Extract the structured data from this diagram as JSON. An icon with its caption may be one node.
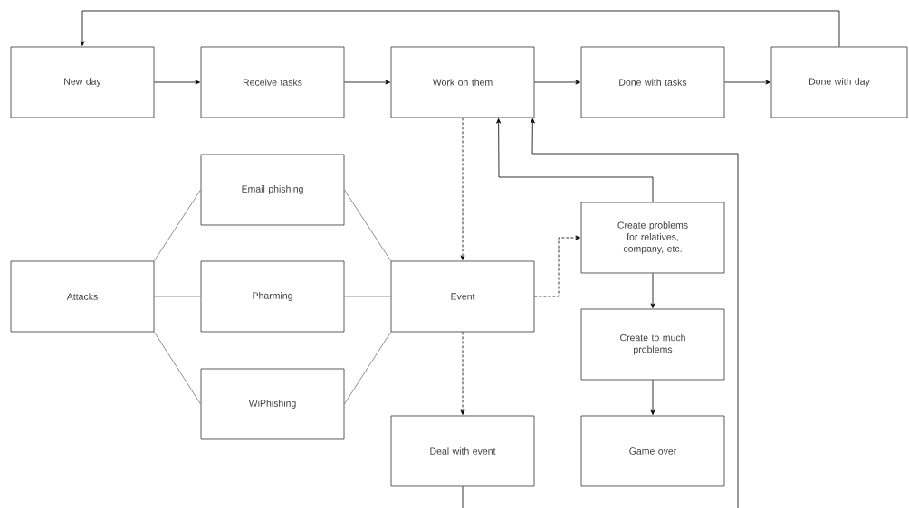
{
  "diagram": {
    "nodes": [
      {
        "text": [
          "New day"
        ]
      },
      {
        "text": [
          "Receive tasks"
        ]
      },
      {
        "text": [
          "Work on them"
        ]
      },
      {
        "text": [
          "Done with tasks"
        ]
      },
      {
        "text": [
          "Done with day"
        ]
      },
      {
        "text": [
          "Attacks"
        ]
      },
      {
        "text": [
          "Email phishing"
        ]
      },
      {
        "text": [
          "Pharming"
        ]
      },
      {
        "text": [
          "WiPhishing"
        ]
      },
      {
        "text": [
          "Event"
        ]
      },
      {
        "text": [
          "Create problems for relatives, company, etc."
        ]
      },
      {
        "text": [
          "Create to much problems"
        ]
      },
      {
        "text": [
          "Deal with event"
        ]
      },
      {
        "text": [
          "Game over"
        ]
      }
    ],
    "edges": [
      {
        "from": 0,
        "to": 1,
        "arrow": "to"
      },
      {
        "from": 1,
        "to": 2,
        "arrow": "to"
      },
      {
        "from": 2,
        "to": 3,
        "arrow": "to"
      },
      {
        "from": 3,
        "to": 4,
        "arrow": "to"
      },
      {
        "from": 4,
        "to": 0,
        "arrow": "to"
      },
      {
        "from": 5,
        "to": 6,
        "arrow": "none",
        "color": "#707070"
      },
      {
        "from": 5,
        "to": 7,
        "arrow": "none",
        "color": "#707070"
      },
      {
        "from": 5,
        "to": 8,
        "arrow": "none",
        "color": "#707070"
      },
      {
        "from": 6,
        "to": 9,
        "arrow": "none",
        "color": "#707070"
      },
      {
        "from": 7,
        "to": 9,
        "arrow": "none",
        "color": "#707070"
      },
      {
        "from": 8,
        "to": 9,
        "arrow": "none",
        "color": "#707070"
      },
      {
        "from": 2,
        "to": 9,
        "arrow": "to",
        "style": "dashed"
      },
      {
        "from": 9,
        "to": 10,
        "arrow": "to",
        "style": "dashed"
      },
      {
        "from": 10,
        "to": 2,
        "arrow": "to"
      },
      {
        "from": 10,
        "to": 11,
        "arrow": "to"
      },
      {
        "from": 11,
        "to": 13,
        "arrow": "to"
      },
      {
        "from": 9,
        "to": 12,
        "arrow": "to",
        "style": "dashed"
      },
      {
        "from": 12,
        "to": null,
        "arrow": "none"
      },
      {
        "from": null,
        "to": 2,
        "arrow": "to"
      }
    ]
  }
}
